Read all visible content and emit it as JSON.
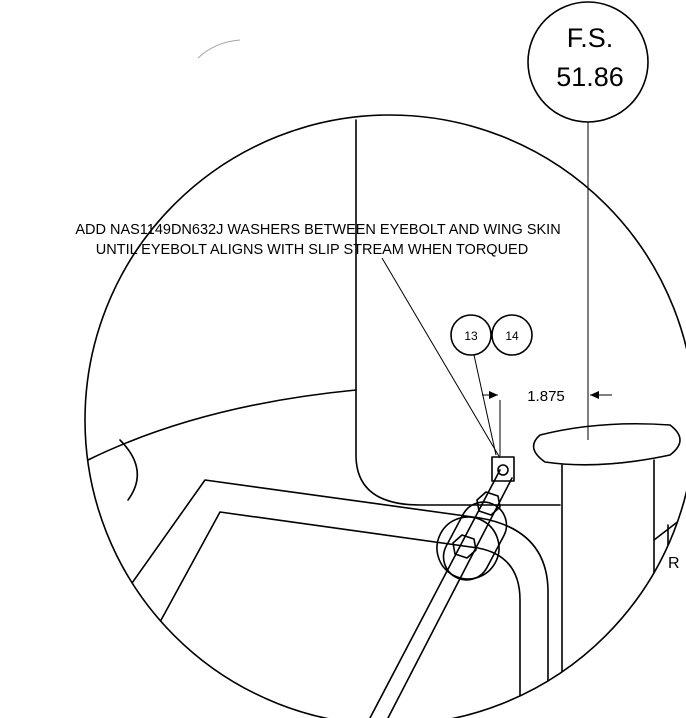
{
  "station_callout": {
    "line1": "F.S.",
    "line2": "51.86"
  },
  "note": {
    "line1": "ADD NAS1149DN632J WASHERS BETWEEN EYEBOLT AND WING SKIN",
    "line2": "UNTIL EYEBOLT ALIGNS WITH SLIP STREAM WHEN TORQUED"
  },
  "item_balloons": [
    "13",
    "14"
  ],
  "dimension": "1.875",
  "edge_label": "R"
}
